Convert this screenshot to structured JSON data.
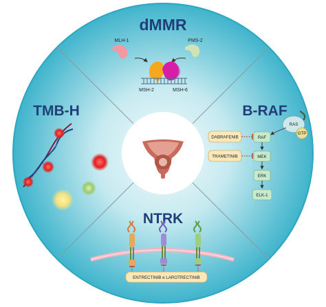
{
  "sectors": {
    "top": {
      "title": "dMMR"
    },
    "left": {
      "title": "TMB-H"
    },
    "right": {
      "title": "B-RAF"
    },
    "bottom": {
      "title": "NTRK"
    }
  },
  "dmmr": {
    "labels": [
      "MLH-1",
      "PMS-2",
      "MSH-2",
      "MSH-6"
    ]
  },
  "braf": {
    "ras": "RAS",
    "gtp": "GTP",
    "pathway": [
      "RAF",
      "MEK",
      "ERK",
      "ELK-1"
    ],
    "drugs": [
      "DABRAFENIB",
      "TRAMETINIB"
    ]
  },
  "ntrk": {
    "drug": "ENTRECTINIB e LAROTRECTINIB"
  },
  "colors": {
    "background_center": "#e9f6f8",
    "background_edge": "#3fb6cd",
    "title": "#1f3f7a",
    "pathway_box": "#c6eacb",
    "drug_box": "#fbe8b8",
    "inhibit": "#c0392b",
    "mlh1": "#f29aa3",
    "pms2": "#cfe3b4",
    "msh2": "#f4a81f",
    "msh6": "#d61fa6"
  }
}
